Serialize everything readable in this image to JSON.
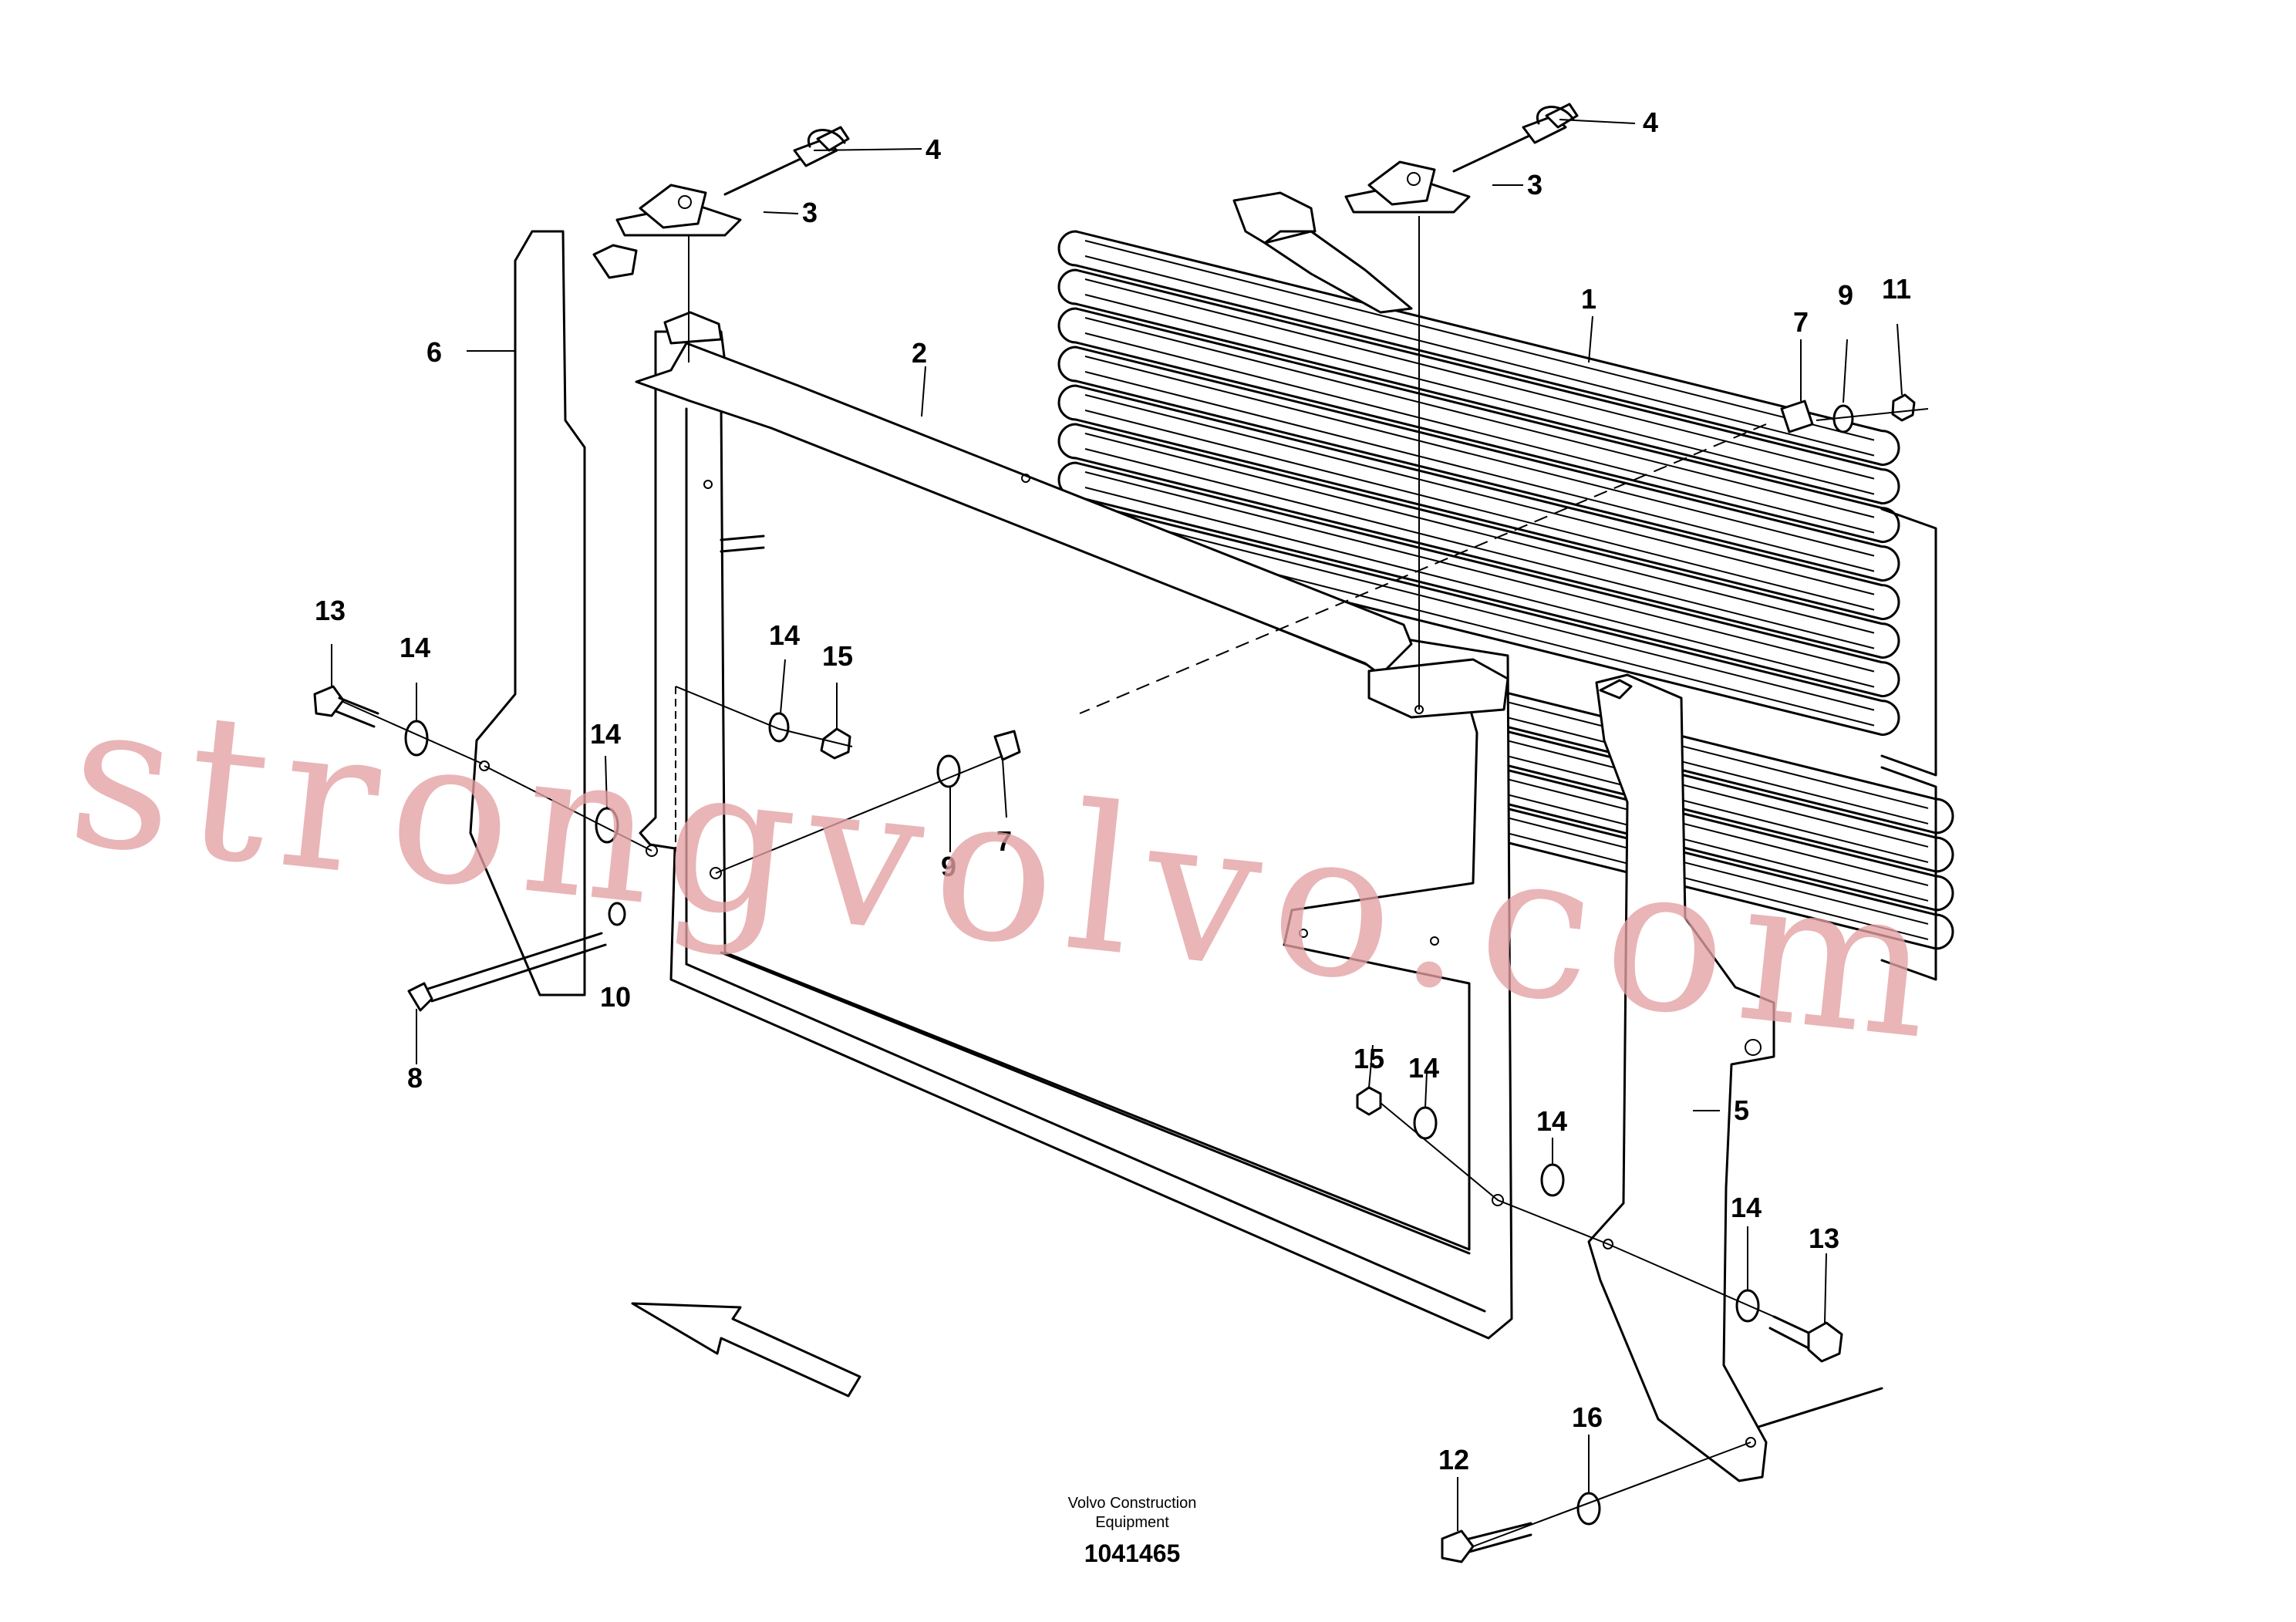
{
  "watermark": "strongvolvo.com",
  "footer": {
    "company_line1": "Volvo Construction",
    "company_line2": "Equipment",
    "drawing_number": "1041465"
  },
  "callouts": {
    "c1": "1",
    "c2": "2",
    "c3_left": "3",
    "c3_right": "3",
    "c4_left": "4",
    "c4_right": "4",
    "c5": "5",
    "c6": "6",
    "c7_center": "7",
    "c7_right": "7",
    "c8": "8",
    "c9_center": "9",
    "c9_right": "9",
    "c10": "10",
    "c11": "11",
    "c12": "12",
    "c13_left": "13",
    "c13_right": "13",
    "c14_left_a": "14",
    "c14_left_b": "14",
    "c14_center": "14",
    "c14_right_a": "14",
    "c14_right_b": "14",
    "c14_right_c": "14",
    "c15_center": "15",
    "c15_right": "15",
    "c16": "16"
  },
  "colors": {
    "line": "#000000",
    "watermark": "#e3a0a3",
    "background": "#ffffff"
  }
}
